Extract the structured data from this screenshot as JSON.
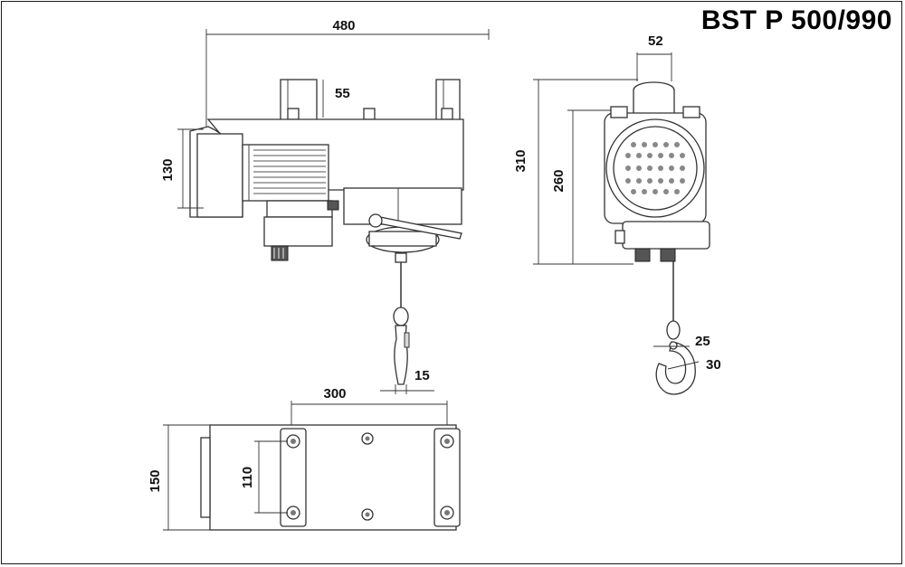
{
  "title": "BST P 500/990",
  "dimensions": {
    "width_top": "480",
    "bracket_offset": "55",
    "height_side": "130",
    "handle_width": "15",
    "motor_width": "52",
    "total_height": "310",
    "body_height": "260",
    "hook_inner": "25",
    "hook_outer": "30",
    "base_length": "300",
    "base_width": "150",
    "hole_spacing": "110"
  }
}
